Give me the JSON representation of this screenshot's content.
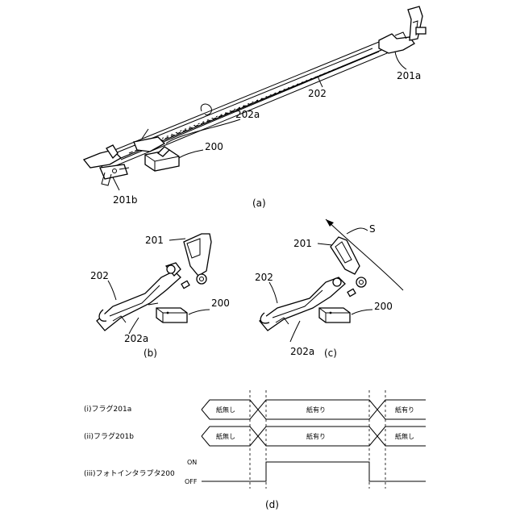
{
  "figure_a": {
    "caption": "(a)",
    "label_201a": "201a",
    "label_202": "202",
    "label_202a": "202a",
    "label_200": "200",
    "label_201b": "201b"
  },
  "figure_b": {
    "caption": "(b)",
    "label_201": "201",
    "label_202": "202",
    "label_200": "200",
    "label_202a": "202a"
  },
  "figure_c": {
    "caption": "(c)",
    "label_201": "201",
    "label_S": "S",
    "label_202": "202",
    "label_200": "200",
    "label_202a": "202a"
  },
  "figure_d": {
    "caption": "(d)",
    "row_i_label": "(i)フラグ201a",
    "row_ii_label": "(ii)フラグ201b",
    "row_iii_label": "(iii)フォトインタラプタ200",
    "on_label": "ON",
    "off_label": "OFF",
    "row_i_states": [
      "紙無し",
      "紙有り",
      "紙有り"
    ],
    "row_ii_states": [
      "紙無し",
      "紙有り",
      "紙無し"
    ]
  }
}
